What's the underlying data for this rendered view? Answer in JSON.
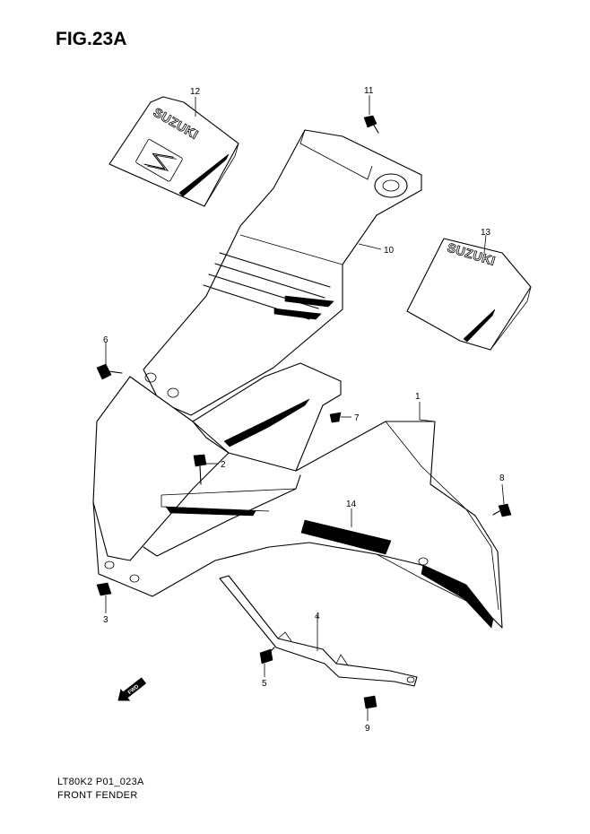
{
  "figure": {
    "title": "FIG.23A",
    "code": "LT80K2 P01_023A",
    "name": "FRONT FENDER"
  },
  "decals": {
    "brand": "SUZUKI",
    "direction_marker": "FWD"
  },
  "callouts": [
    "1",
    "2",
    "3",
    "4",
    "5",
    "6",
    "7",
    "8",
    "9",
    "10",
    "11",
    "12",
    "13",
    "14"
  ]
}
